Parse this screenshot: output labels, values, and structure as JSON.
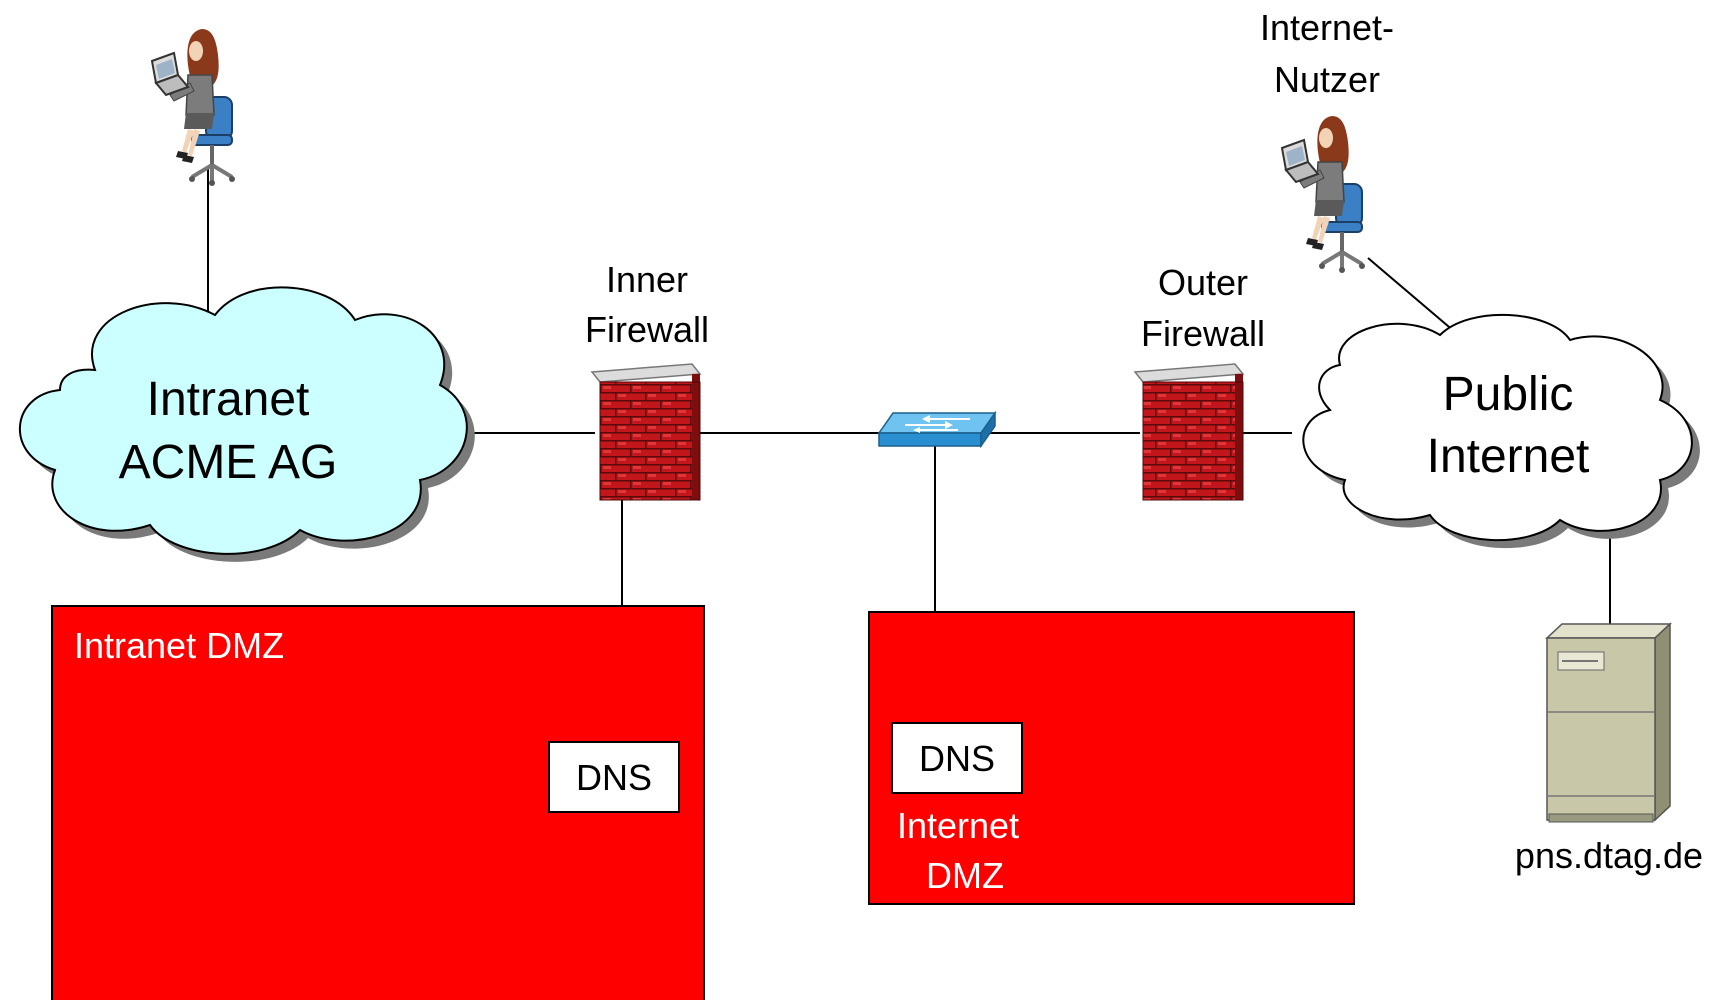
{
  "labels": {
    "internet_user_line1": "Internet-",
    "internet_user_line2": "Nutzer",
    "inner_firewall_line1": "Inner",
    "inner_firewall_line2": "Firewall",
    "outer_firewall_line1": "Outer",
    "outer_firewall_line2": "Firewall",
    "intranet_cloud_line1": "Intranet",
    "intranet_cloud_line2": "ACME AG",
    "public_cloud_line1": "Public",
    "public_cloud_line2": "Internet",
    "intranet_dmz": "Intranet DMZ",
    "intranet_dns": "DNS",
    "internet_dmz_dns": "DNS",
    "internet_dmz_line1": "Internet",
    "internet_dmz_line2": "DMZ",
    "pns_server": "pns.dtag.de"
  },
  "colors": {
    "dmz_fill": "#ff0000",
    "intranet_cloud_fill": "#ccffff",
    "public_cloud_fill": "#ffffff",
    "switch_fill": "#33a1de",
    "brick": "#c0161c",
    "server": "#c8c8a8"
  },
  "icons": {
    "user": "woman-at-laptop-icon",
    "firewall": "brick-wall-icon",
    "switch": "network-switch-icon",
    "server": "server-tower-icon",
    "cloud": "cloud-icon"
  }
}
